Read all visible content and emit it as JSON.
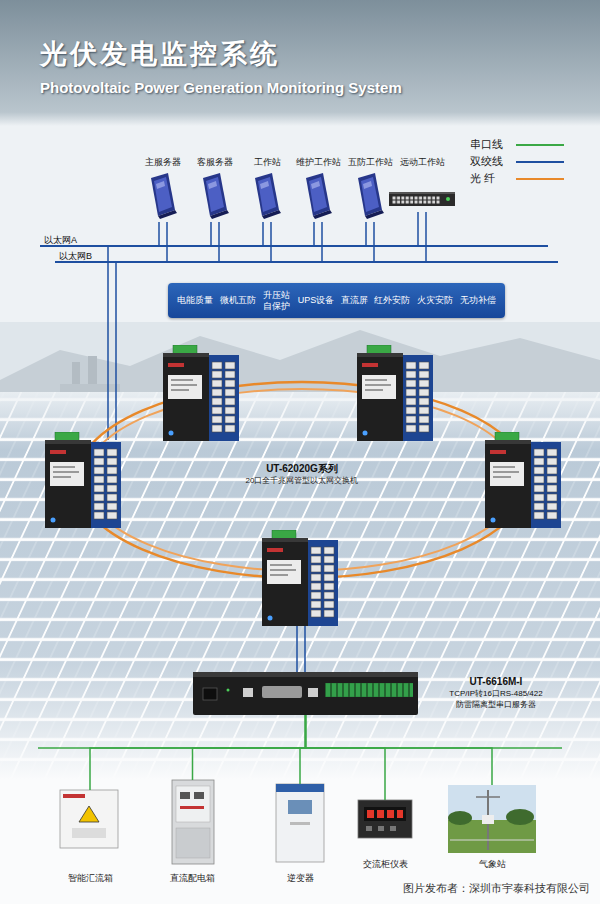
{
  "diagram": {
    "title": "光伏发电监控系统",
    "nodes": [
      {
        "text": [
          "主服务器"
        ]
      },
      {
        "text": [
          "客服务器"
        ]
      },
      {
        "text": [
          "工作站"
        ]
      },
      {
        "text": [
          "维护工作站"
        ]
      },
      {
        "text": [
          "五防工作站"
        ]
      },
      {
        "text": [
          "远动工作站"
        ]
      },
      {
        "text": [
          "以太网A"
        ]
      },
      {
        "text": [
          "以太网B"
        ]
      },
      {
        "text": [
          "电能质量",
          "微机五防",
          "升压站 自保护",
          "UPS设备",
          "直流屏",
          "红外安防",
          "火灾安防",
          "无功补偿"
        ]
      },
      {
        "text": [
          "UT-6616M-I",
          "TCP/IP转16口RS-485/422",
          "防雷隔离型串口服务器"
        ]
      },
      {
        "text": [
          "智能汇流箱"
        ]
      },
      {
        "text": [
          "直流配电箱"
        ]
      },
      {
        "text": [
          "逆变器"
        ]
      },
      {
        "text": [
          "交流柜仪表"
        ]
      },
      {
        "text": [
          "气象站"
        ]
      }
    ],
    "edges": [
      {
        "from": 0,
        "to": 6,
        "arrow": "none"
      },
      {
        "from": 0,
        "to": 7,
        "arrow": "none"
      },
      {
        "from": 1,
        "to": 6,
        "arrow": "none"
      },
      {
        "from": 1,
        "to": 7,
        "arrow": "none"
      },
      {
        "from": 2,
        "to": 6,
        "arrow": "none"
      },
      {
        "from": 2,
        "to": 7,
        "arrow": "none"
      },
      {
        "from": 3,
        "to": 6,
        "arrow": "none"
      },
      {
        "from": 3,
        "to": 7,
        "arrow": "none"
      },
      {
        "from": 4,
        "to": 6,
        "arrow": "none"
      },
      {
        "from": 4,
        "to": 7,
        "arrow": "none"
      },
      {
        "from": 5,
        "to": 6,
        "arrow": "none"
      },
      {
        "from": 5,
        "to": 7,
        "arrow": "none"
      },
      {
        "from": 9,
        "to": 10,
        "arrow": "none"
      },
      {
        "from": 9,
        "to": 11,
        "arrow": "none"
      },
      {
        "from": 9,
        "to": 12,
        "arrow": "none"
      },
      {
        "from": 9,
        "to": 13,
        "arrow": "none"
      },
      {
        "from": 9,
        "to": 14,
        "arrow": "none"
      }
    ],
    "labels": [
      "Photovoltaic Power Generation Monitoring System",
      "UT-62020G系列",
      "20口全千兆网管型以太网交换机",
      "图片发布者：深圳市宇泰科技有限公司"
    ],
    "legend": [
      {
        "text": "串口线",
        "color": "#3aa845"
      },
      {
        "text": "双绞线",
        "color": "#1e4fa0"
      },
      {
        "text": "光 纤",
        "color": "#e8892a"
      }
    ]
  }
}
